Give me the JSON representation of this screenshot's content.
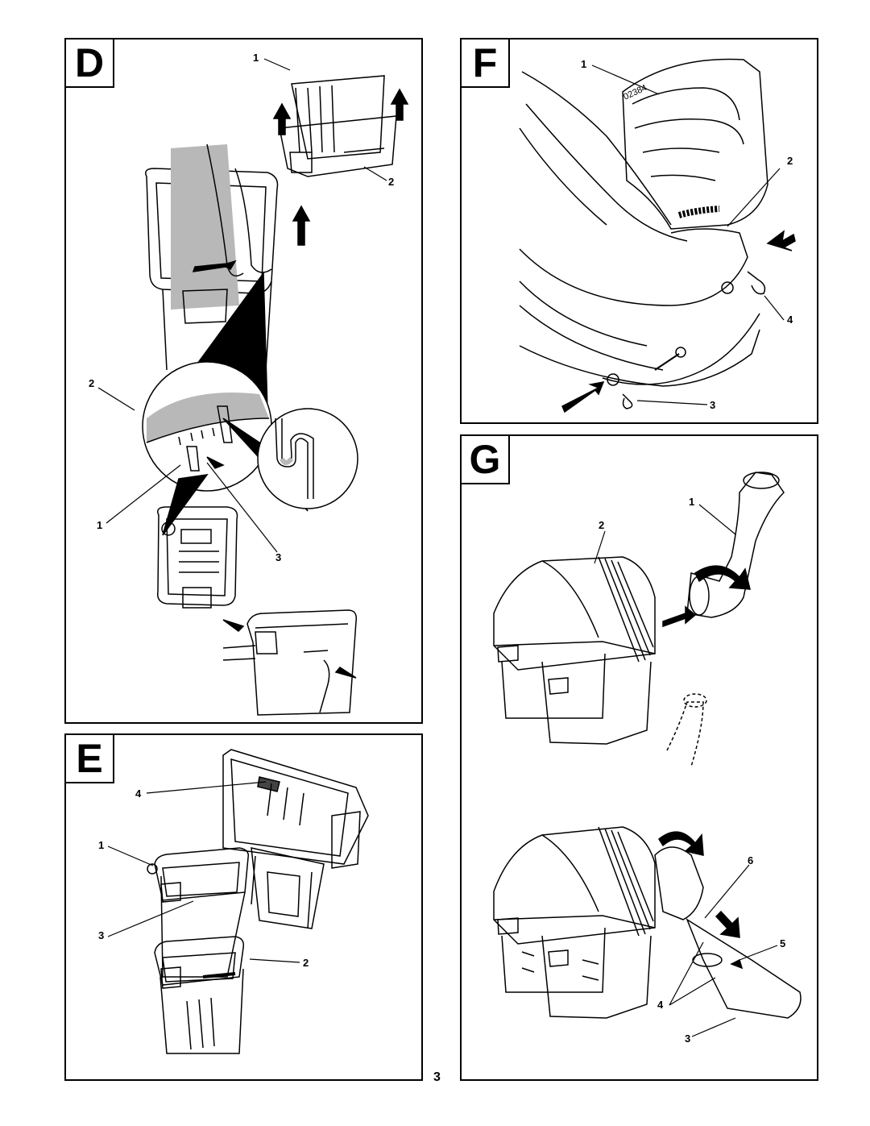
{
  "page": {
    "number": "3"
  },
  "panels": {
    "D": {
      "letter": "D",
      "callouts": {
        "c1_top": "1",
        "c2_top": "2",
        "c2_mid": "2",
        "c1_bot": "1",
        "c3": "3"
      }
    },
    "E": {
      "letter": "E",
      "callouts": {
        "c4": "4",
        "c1": "1",
        "c3": "3",
        "c2": "2"
      }
    },
    "F": {
      "letter": "F",
      "code": "02384",
      "callouts": {
        "c1": "1",
        "c2": "2",
        "c4": "4",
        "c3": "3"
      }
    },
    "G": {
      "letter": "G",
      "callouts": {
        "c1": "1",
        "c2": "2",
        "c6": "6",
        "c5": "5",
        "c4": "4",
        "c3": "3"
      }
    }
  },
  "colors": {
    "ink": "#000000",
    "shade": "#b8b8b8",
    "paper": "#ffffff"
  }
}
